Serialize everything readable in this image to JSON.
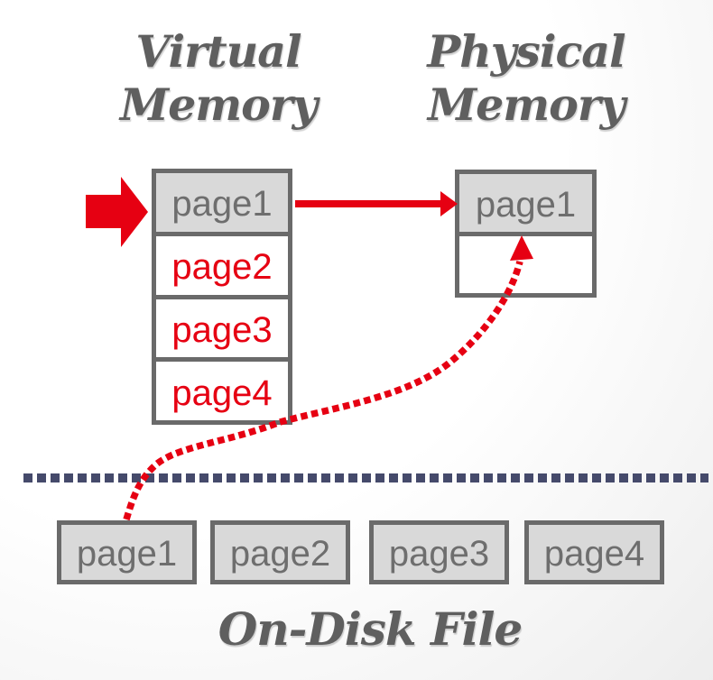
{
  "diagram": {
    "virtual_memory": {
      "title": "Virtual Memory",
      "pages": [
        {
          "label": "page1",
          "state": "resident"
        },
        {
          "label": "page2",
          "state": "not-resident"
        },
        {
          "label": "page3",
          "state": "not-resident"
        },
        {
          "label": "page4",
          "state": "not-resident"
        }
      ]
    },
    "physical_memory": {
      "title": "Physical Memory",
      "frames": [
        {
          "label": "page1",
          "state": "occupied"
        },
        {
          "label": "",
          "state": "free"
        }
      ]
    },
    "disk": {
      "title": "On-Disk File",
      "blocks": [
        {
          "label": "page1"
        },
        {
          "label": "page2"
        },
        {
          "label": "page3"
        },
        {
          "label": "page4"
        }
      ]
    },
    "colors": {
      "accent_red": "#e60012",
      "divider_navy": "#454a6b",
      "box_fill_gray": "#d9d9d9",
      "box_border_gray": "#6a6a6a",
      "label_gray": "#6e6e6e",
      "title_gray": "#5f5f5f"
    }
  }
}
